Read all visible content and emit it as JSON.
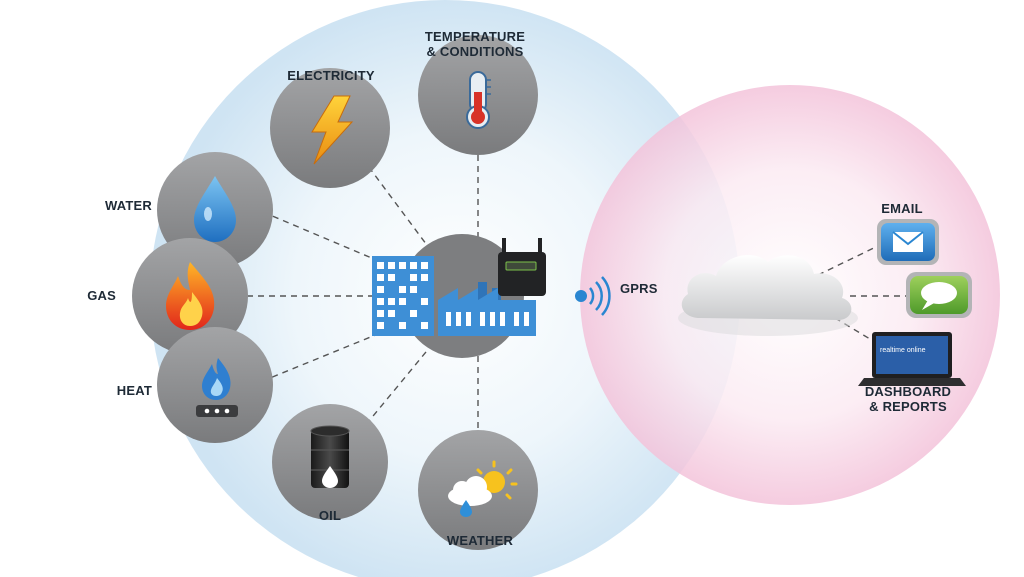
{
  "labels": {
    "temperature": [
      "TEMPERATURE",
      "& CONDITIONS"
    ],
    "electricity": "ELECTRICITY",
    "water": "WATER",
    "gas": "GAS",
    "heat": "HEAT",
    "oil": "OIL",
    "weather": "WEATHER",
    "gprs": "GPRS",
    "email": "EMAIL",
    "dashboard": [
      "DASHBOARD",
      "& REPORTS"
    ]
  },
  "laptop_screen_text": "realtime online",
  "icons": {
    "electricity": "lightning-bolt-icon",
    "temperature": "thermometer-icon",
    "water": "water-drop-icon",
    "gas": "flame-icon",
    "heat": "gas-burner-icon",
    "oil": "oil-barrel-icon",
    "weather": "sun-cloud-rain-icon",
    "hub": "buildings-factory-router-icon",
    "wireless": "wireless-signal-icon",
    "cloud": "cloud-icon",
    "email": "envelope-icon",
    "message": "chat-bubble-icon",
    "dashboard": "laptop-icon"
  },
  "colors": {
    "blue_zone": "#dcebf6",
    "pink_zone": "#f7d3e4",
    "node_gray": "#8a8b8d",
    "hub_gray": "#7d7e80",
    "building_blue": "#3e8fd6",
    "bolt": "#f4b21d",
    "water": "#2f8fd8",
    "flame": "#e8491f",
    "email_blue": "#2a86d1",
    "message_green": "#74b743",
    "connector": "#555555"
  }
}
